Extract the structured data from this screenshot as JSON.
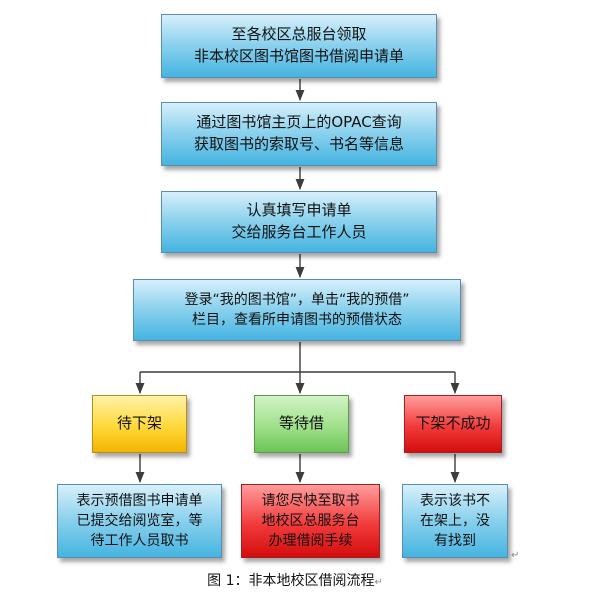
{
  "flow": {
    "step1": [
      "至各校区总服台领取",
      "非本校区图书馆图书借阅申请单"
    ],
    "step2": [
      "通过图书馆主页上的OPAC查询",
      "获取图书的索取号、书名等信息"
    ],
    "step3": [
      "认真填写申请单",
      "交给服务台工作人员"
    ],
    "step4": [
      "登录“我的图书馆”，单击“我的预借”",
      "栏目，查看所申请图书的预借状态"
    ]
  },
  "status": {
    "pending": "待下架",
    "waiting": "等待借",
    "failed": "下架不成功"
  },
  "results": {
    "pending": [
      "表示预借图书申请单",
      "已提交给阅览室，等",
      "待工作人员取书"
    ],
    "waiting": [
      "请您尽快至取书",
      "地校区总服务台",
      "办理借阅手续"
    ],
    "failed": [
      "表示该书不",
      "在架上，没",
      "有找到"
    ]
  },
  "caption": "图 1：非本地校区借阅流程",
  "colors": {
    "blue": "#45b4e1",
    "yellow": "#ffd93a",
    "green": "#9fe08a",
    "red": "#f23a3a"
  }
}
